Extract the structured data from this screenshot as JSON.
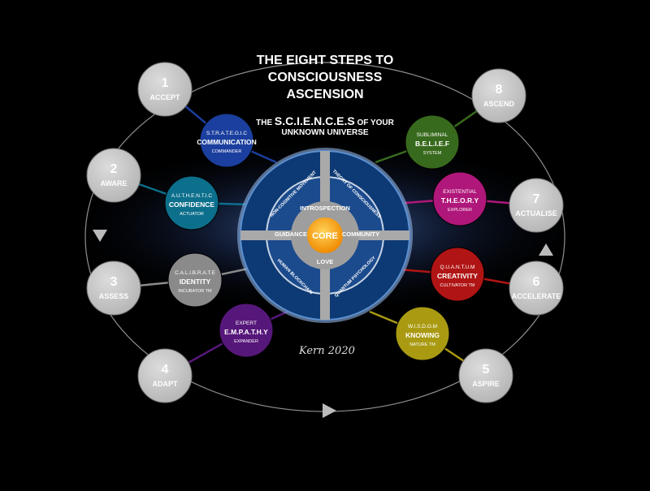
{
  "title": {
    "line1": "THE EIGHT STEPS TO",
    "line2": "CONSCIOUSNESS",
    "line3": "ASCENSION"
  },
  "subtitle": {
    "pre": "THE ",
    "sciences": "S.C.I.E.N.C.E.S",
    "post": " OF YOUR",
    "line2": "UNKNOWN UNIVERSE"
  },
  "signature": "Kern 2020",
  "steps": [
    {
      "num": "1",
      "label": "ACCEPT"
    },
    {
      "num": "2",
      "label": "AWARE"
    },
    {
      "num": "3",
      "label": "ASSESS"
    },
    {
      "num": "4",
      "label": "ADAPT"
    },
    {
      "num": "5",
      "label": "ASPIRE"
    },
    {
      "num": "6",
      "label": "ACCELERATE"
    },
    {
      "num": "7",
      "label": "ACTUALISE"
    },
    {
      "num": "8",
      "label": "ASCEND"
    }
  ],
  "sciences": [
    {
      "top": "S.T.R.A.T.E.G.I.C",
      "mid": "COMMUNICATION",
      "bot": "COMMANDER",
      "color": "#1b3f9e"
    },
    {
      "top": "A.U.T.H.E.N.T.I.C",
      "mid": "CONFIDENCE",
      "bot": "ACTUATOR",
      "color": "#0c6f8c"
    },
    {
      "top": "C.A.L.I.B.R.A.T.E",
      "mid": "IDENTITY",
      "bot": "INCUBATOR TM",
      "color": "#8a8a8a"
    },
    {
      "top": "EXPERT",
      "mid": "E.M.P.A.T.H.Y",
      "bot": "EXPANDER",
      "color": "#56177a"
    },
    {
      "top": "W.I.S.D.O.M",
      "mid": "KNOWING",
      "bot": "NATURE TM",
      "color": "#a99a12"
    },
    {
      "top": "Q.U.A.N.T.U.M",
      "mid": "CREATIVITY",
      "bot": "CULTIVATOR TM",
      "color": "#b01414"
    },
    {
      "top": "EXISTENTIAL",
      "mid": "T.H.E.O.R.Y",
      "bot": "EXPLORER",
      "color": "#b0177a"
    },
    {
      "top": "SUBLIMINAL",
      "mid": "B.E.L.I.E.F",
      "bot": "SYSTEM",
      "color": "#386a1d"
    }
  ],
  "wheel": {
    "core": "CORE",
    "introspection": "INTROSPECTION",
    "guidance": "GUIDANCE",
    "community": "COMMUNITY",
    "love": "LOVE",
    "q_tl": "NON-COGNITIVE MOVEMENT",
    "q_tr": "THEORY OF CONSCIOUSNESS",
    "q_bl": "HUMAN BLOCKCHAIN",
    "q_br": "QUANTUM PSYCHOLOGY"
  },
  "colors": {
    "step_fill": "#c6c6c6",
    "wheel_blue": "#0d3f7c",
    "wheel_ring": "#4a7fbf",
    "core": "#f5a60c",
    "loop_line": "#9a9a9a"
  }
}
